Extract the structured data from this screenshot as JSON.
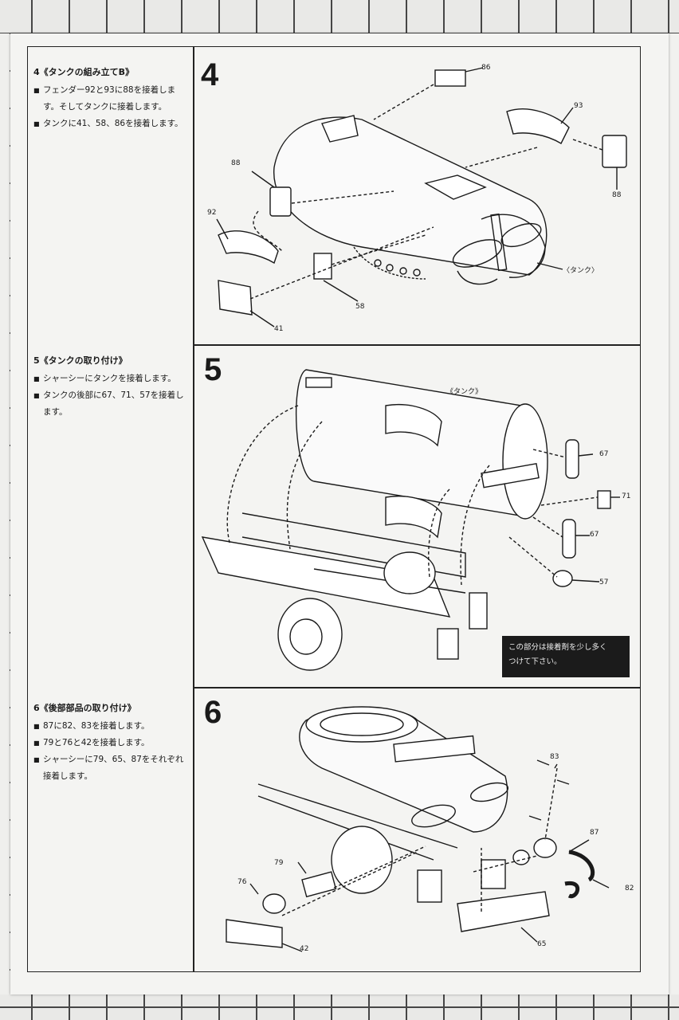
{
  "steps": [
    {
      "number": "4",
      "title": "4《タンクの組み立てB》",
      "instructions": [
        "フェンダー92と93に88を接着します。そしてタンクに接着します。",
        "タンクに41、58、86を接着します。"
      ],
      "labels": {
        "p86": "86",
        "p93": "93",
        "p88a": "88",
        "p88b": "88",
        "p92": "92",
        "p58": "58",
        "p41": "41",
        "tank": "〈タンク〉"
      }
    },
    {
      "number": "5",
      "title": "5《タンクの取り付け》",
      "instructions": [
        "シャーシーにタンクを接着します。",
        "タンクの後部に67、71、57を接着します。"
      ],
      "labels": {
        "tank": "《タンク》",
        "p67a": "67",
        "p71": "71",
        "p67b": "67",
        "p57": "57"
      },
      "note": [
        "この部分は接着剤を少し多く",
        "つけて下さい。"
      ]
    },
    {
      "number": "6",
      "title": "6《後部部品の取り付け》",
      "instructions": [
        "87に82、83を接着します。",
        "79と76と42を接着します。",
        "シャーシーに79、65、87をそれぞれ接着します。"
      ],
      "labels": {
        "p83": "83",
        "p87": "87",
        "p82": "82",
        "p79": "79",
        "p76": "76",
        "p42": "42",
        "p65": "65"
      }
    }
  ]
}
